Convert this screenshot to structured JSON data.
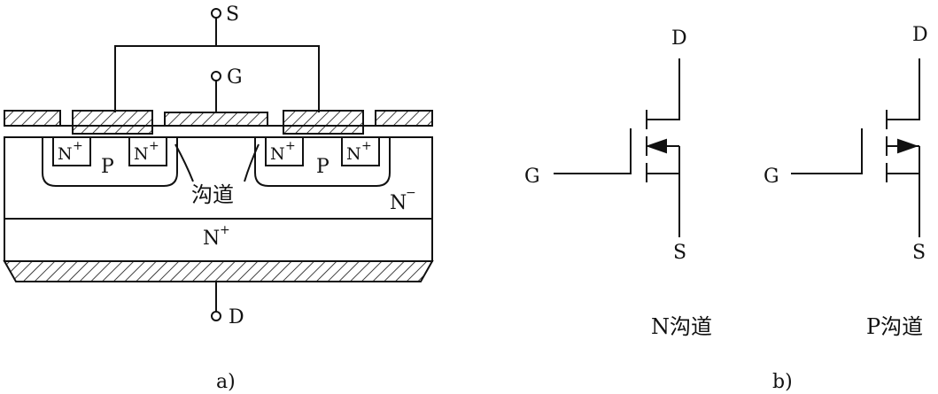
{
  "mosfet_structure": {
    "source": "S",
    "gate": "G",
    "drain": "D",
    "n_plus_left_1": "N",
    "n_plus_left_2": "N",
    "n_plus_right_1": "N",
    "n_plus_right_2": "N",
    "plus": "+",
    "p_left": "P",
    "p_right": "P",
    "channel_label": "沟道",
    "n_minus": "N",
    "minus": "−",
    "n_plus_substrate": "N",
    "caption": "a)"
  },
  "symbols": {
    "n_channel": {
      "drain": "D",
      "gate": "G",
      "source": "S",
      "label": "N沟道"
    },
    "p_channel": {
      "drain": "D",
      "gate": "G",
      "source": "S",
      "label": "P沟道"
    },
    "caption": "b)"
  },
  "colors": {
    "line": "#111111",
    "background": "#ffffff"
  }
}
